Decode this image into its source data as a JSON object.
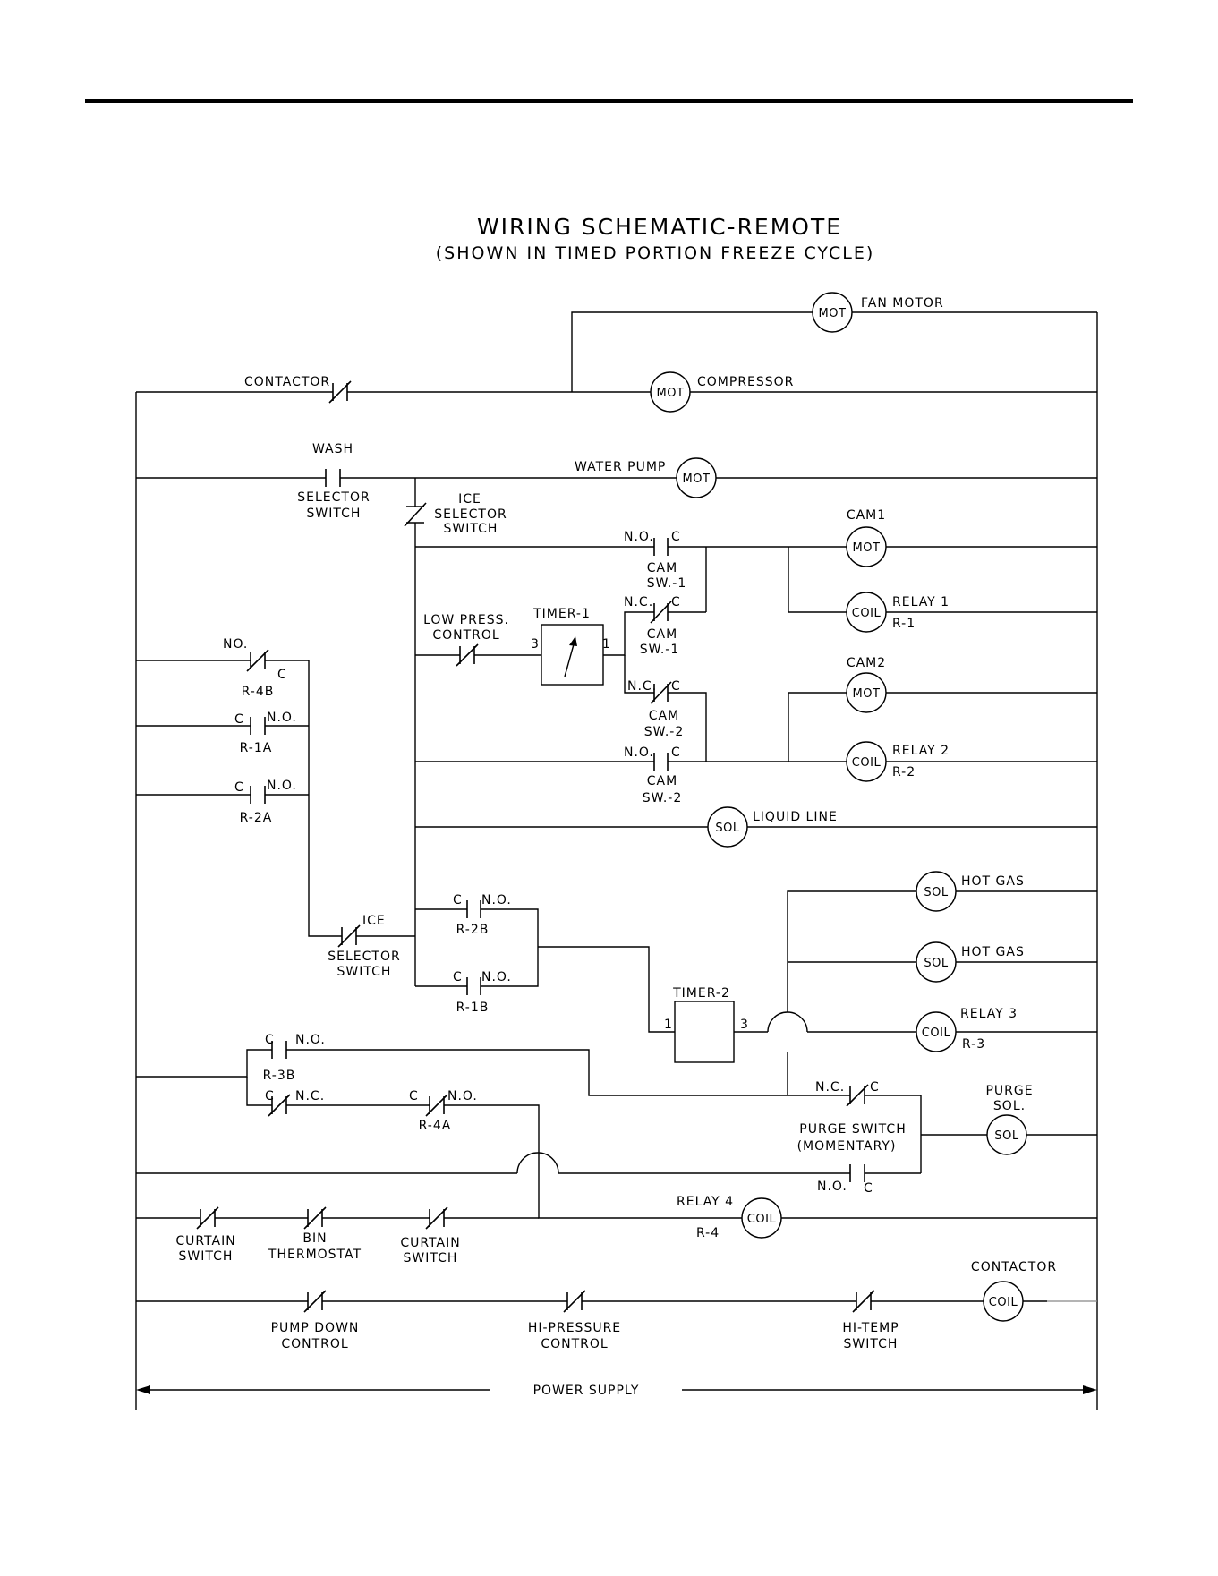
{
  "title": "WIRING SCHEMATIC-REMOTE",
  "subtitle": "(SHOWN IN TIMED PORTION FREEZE CYCLE)",
  "components": {
    "mot": "MOT",
    "coil": "COIL",
    "sol": "SOL",
    "fan_motor": "FAN MOTOR",
    "compressor": "COMPRESSOR",
    "water_pump": "WATER PUMP",
    "cam1": "CAM1",
    "cam2": "CAM2",
    "relay1": "RELAY 1",
    "r1": "R-1",
    "relay2": "RELAY 2",
    "r2": "R-2",
    "liquid_line": "LIQUID LINE",
    "hot_gas_1": "HOT GAS",
    "hot_gas_2": "HOT GAS",
    "relay3": "RELAY 3",
    "r3": "R-3",
    "purge_sol_1": "PURGE",
    "purge_sol_2": "SOL.",
    "relay4": "RELAY 4",
    "r4": "R-4",
    "contactor_coil": "CONTACTOR",
    "timer1": "TIMER-1",
    "timer2": "TIMER-2"
  },
  "contacts": {
    "contactor": "CONTACTOR",
    "wash": "WASH",
    "selector": "SELECTOR",
    "switch": "SWITCH",
    "ice": "ICE",
    "low_press_1": "LOW PRESS.",
    "low_press_2": "CONTROL",
    "cam": "CAM",
    "sw1": "SW.-1",
    "sw2": "SW.-2",
    "no": "N.O.",
    "nc": "N.C.",
    "c": "C",
    "no_plain": "NO.",
    "r4b": "R-4B",
    "r1a": "R-1A",
    "r2a": "R-2A",
    "r2b": "R-2B",
    "r1b": "R-1B",
    "r3b": "R-3B",
    "r4a": "R-4A",
    "purge_switch": "PURGE SWITCH",
    "momentary": "(MOMENTARY)",
    "curtain": "CURTAIN",
    "bin": "BIN",
    "thermostat": "THERMOSTAT",
    "pump_down": "PUMP DOWN",
    "control": "CONTROL",
    "hi_pressure": "HI-PRESSURE",
    "hi_temp": "HI-TEMP",
    "pin1": "1",
    "pin3": "3"
  },
  "power_supply": "POWER SUPPLY"
}
